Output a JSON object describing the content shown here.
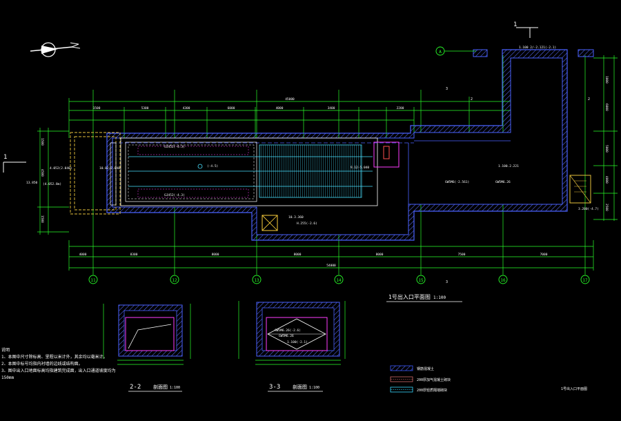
{
  "drawing": {
    "plan_title": "1号出入口平面图",
    "plan_scale": "1:100",
    "section_2_title": "2-2",
    "section_2_label": "剖面图",
    "section_2_scale": "1:100",
    "section_3_title": "3-3",
    "section_3_label": "剖面图",
    "section_3_scale": "1:100",
    "corner_label": "1号出入口平面图",
    "axis_a": "A",
    "section_mark_1": "1",
    "section_mark_2": "2",
    "section_mark_3": "3"
  },
  "grid_axes": [
    "11",
    "12",
    "13",
    "14",
    "15",
    "16",
    "17"
  ],
  "dimensions": {
    "overall_top": "45000",
    "overall_bottom": "54000",
    "lower_row": [
      "4000",
      "8300",
      "8000",
      "8000",
      "8000",
      "7500",
      "7000"
    ],
    "upper_row": [
      "1500",
      "5300",
      "4300",
      "6000",
      "4000",
      "3400",
      "2200"
    ],
    "right_side": [
      "1000",
      "6000",
      "5000",
      "4000",
      "2500"
    ],
    "left_side": [
      "1500",
      "4500",
      "1500"
    ]
  },
  "annotations": {
    "elev_left_1": "4.052(2.040)",
    "elev_left_2": "13.850",
    "elev_left_3": "(4.052.8m)",
    "elev_mid": "10.02-2.040",
    "elev_esc_top": "(-4.5)",
    "elev_esc_right": "9.12-5.040",
    "elev_lower_1": "10.3.360",
    "elev_lower_2": "H.255(-2.6)",
    "gw_1": "GW5M6(-2.561)",
    "gw_2": "GW5M6.26",
    "elev_corridor": "1.100.2.221",
    "elev_top": "1.100 2/-2.121(-2.1)",
    "esc_label_top": "GJ452(-4.3)",
    "esc_label_bottom": "GJ452(-4.3)",
    "sec3_gw_1": "GW5M6.26(-2.6)",
    "sec3_gw_2": "GW5M6.26",
    "sec3_elev": "1.100(-2.1)",
    "stair_label": "3.200(-4.7)"
  },
  "notes": {
    "heading": "说明",
    "line_1": "1、本图中尺寸除标高、里程以米计外，其余均以毫米计。",
    "line_2": "2、本图中标号均指内衬墙的边线或结构面。",
    "line_3": "3、图中出入口地面标高均指建筑完成面，出入口通道坡度均为",
    "line_4": "150mm"
  },
  "legend": [
    {
      "swatch": "#3a58ff",
      "label": "钢筋混凝土"
    },
    {
      "swatch": "#d06a6a",
      "label": "200厚加气混凝土砌块"
    },
    {
      "swatch": "#38d8ff",
      "label": "200厚轻质隔墙砌块"
    }
  ],
  "colors": {
    "background": "#000000",
    "wall": "#4a62ff",
    "dimension": "#28ff28",
    "annotation": "#ffffff",
    "escalator": "#49e0ff",
    "axis": "#28ff28",
    "accent": "#ff3cff",
    "hidden": "#e6c23c"
  }
}
